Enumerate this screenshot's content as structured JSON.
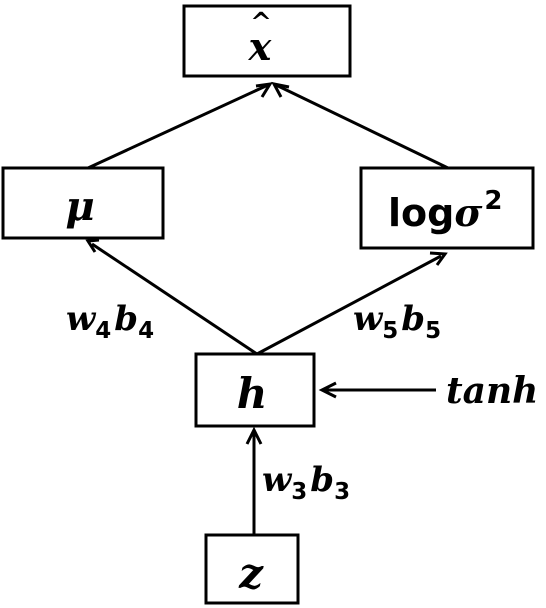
{
  "diagram": {
    "nodes": {
      "output": {
        "symbol": "x",
        "accent": "^"
      },
      "mu": {
        "symbol": "μ"
      },
      "logvar": {
        "prefix": "log",
        "symbol": "σ",
        "superscript": "2"
      },
      "hidden": {
        "symbol": "h"
      },
      "latent": {
        "symbol": "z"
      }
    },
    "edges": {
      "hidden_to_mu": {
        "w": "w",
        "w_sub": "4",
        "b": "b",
        "b_sub": "4"
      },
      "hidden_to_logvar": {
        "w": "w",
        "w_sub": "5",
        "b": "b",
        "b_sub": "5"
      },
      "latent_to_hidden": {
        "w": "w",
        "w_sub": "3",
        "b": "b",
        "b_sub": "3"
      }
    },
    "activation": {
      "label": "tanh"
    }
  }
}
